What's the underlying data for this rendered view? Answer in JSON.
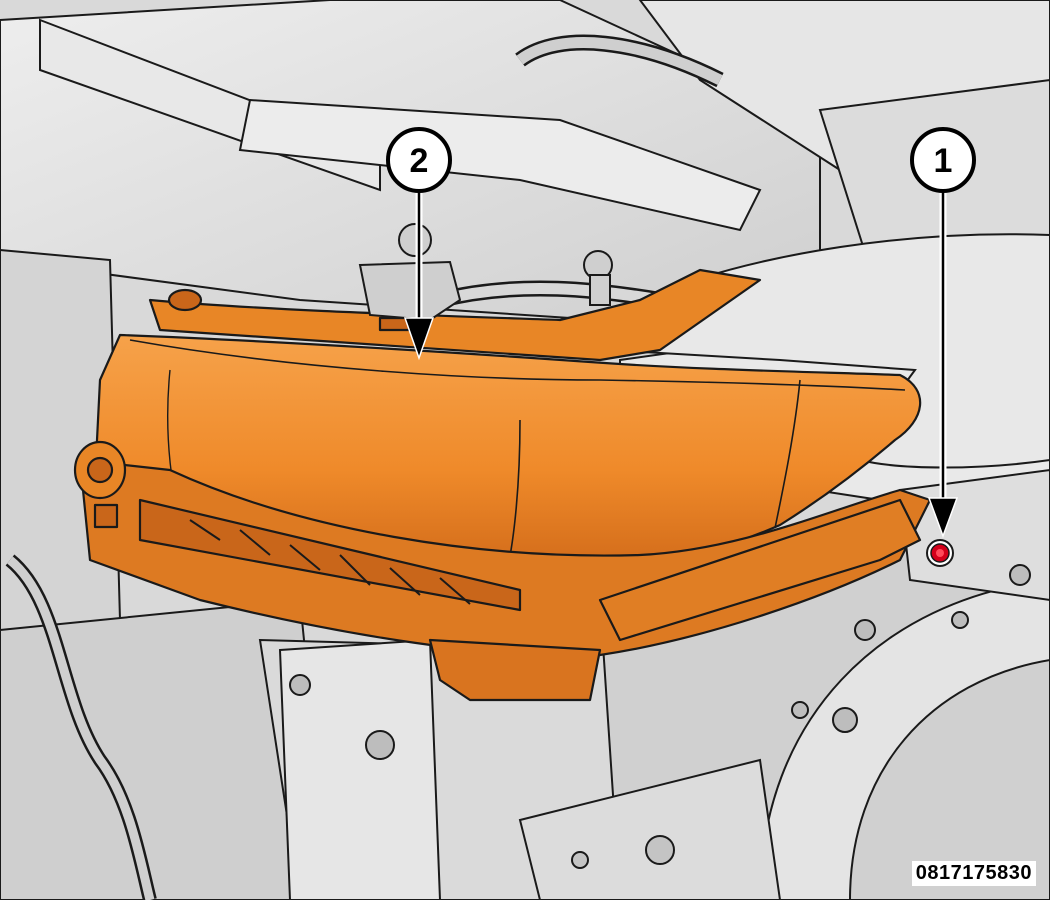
{
  "figure": {
    "figure_id": "0817175830"
  },
  "callouts": [
    {
      "number": "1",
      "target": "headlamp-mounting-bolt"
    },
    {
      "number": "2",
      "target": "headlamp-assembly"
    }
  ],
  "colors": {
    "headlamp": "#f08a24",
    "headlamp_shade": "#c9661a",
    "highlight_bolt": "#d4001a",
    "background_parts": "#e2e2e2",
    "line": "#1a1a1a"
  }
}
